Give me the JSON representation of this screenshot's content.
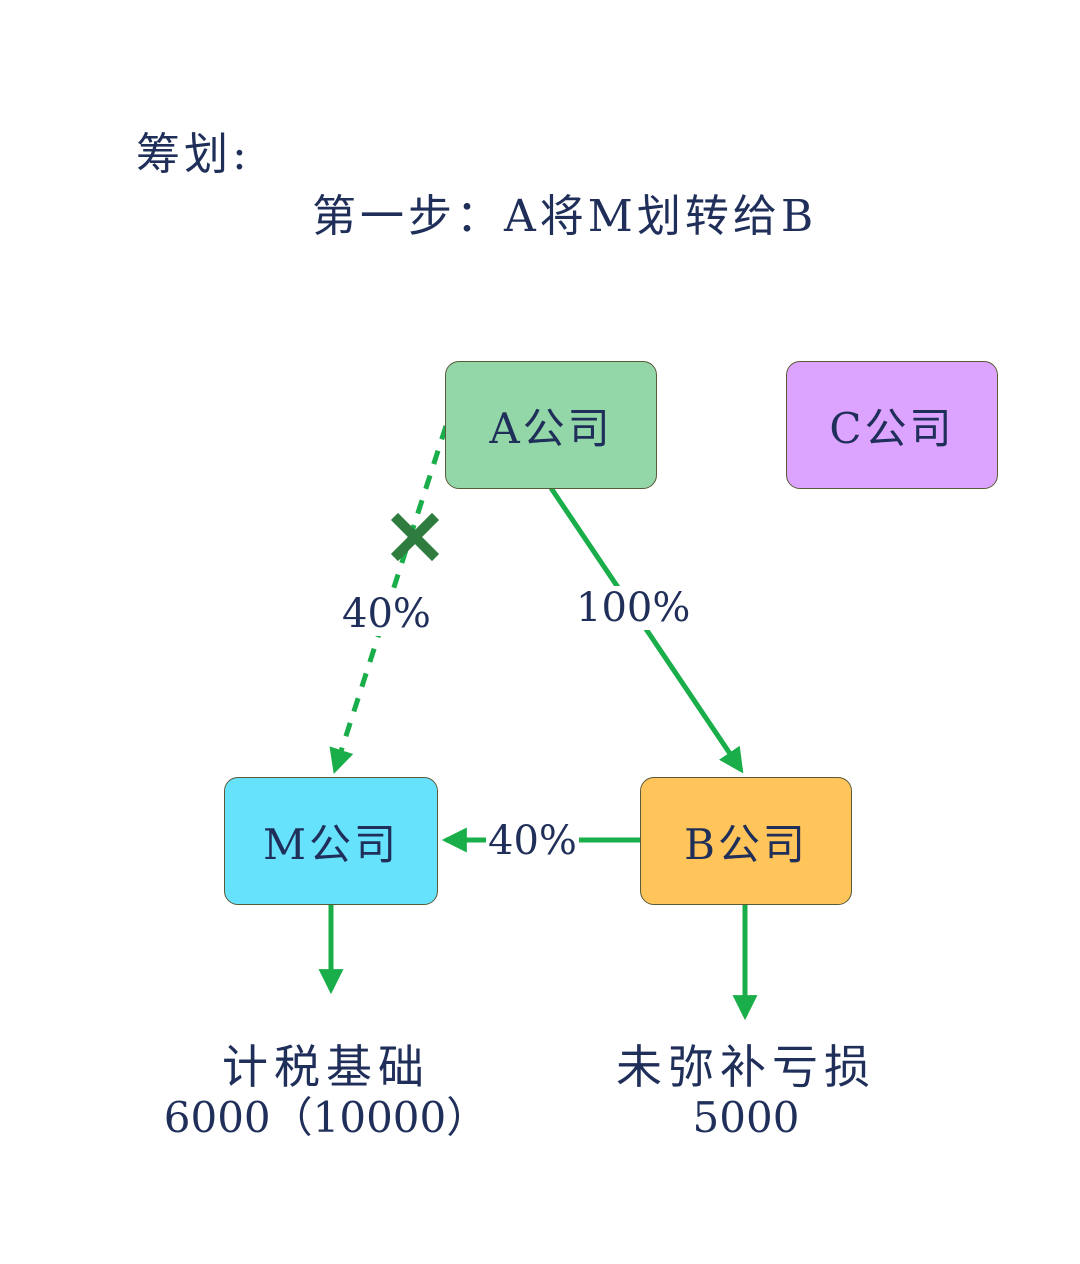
{
  "heading": {
    "title": "筹划:",
    "step": "第一步：A将M划转给B"
  },
  "companies": {
    "a": {
      "label": "A公司",
      "color": "#93d6a8"
    },
    "c": {
      "label": "C公司",
      "color": "#dca3ff"
    },
    "m": {
      "label": "M公司",
      "color": "#66e2fd"
    },
    "b": {
      "label": "B公司",
      "color": "#ffc55a"
    }
  },
  "edges": {
    "a_to_m": {
      "label": "40%",
      "style": "dashed",
      "removed": true
    },
    "a_to_b": {
      "label": "100%"
    },
    "b_to_m": {
      "label": "40%"
    }
  },
  "outputs": {
    "m": {
      "title": "计税基础",
      "value": "6000（10000）"
    },
    "b": {
      "title": "未弥补亏损",
      "value": "5000"
    }
  },
  "colors": {
    "arrow": "#1aae4a",
    "cross": "#2e7d3e",
    "text": "#1f2f5a"
  }
}
